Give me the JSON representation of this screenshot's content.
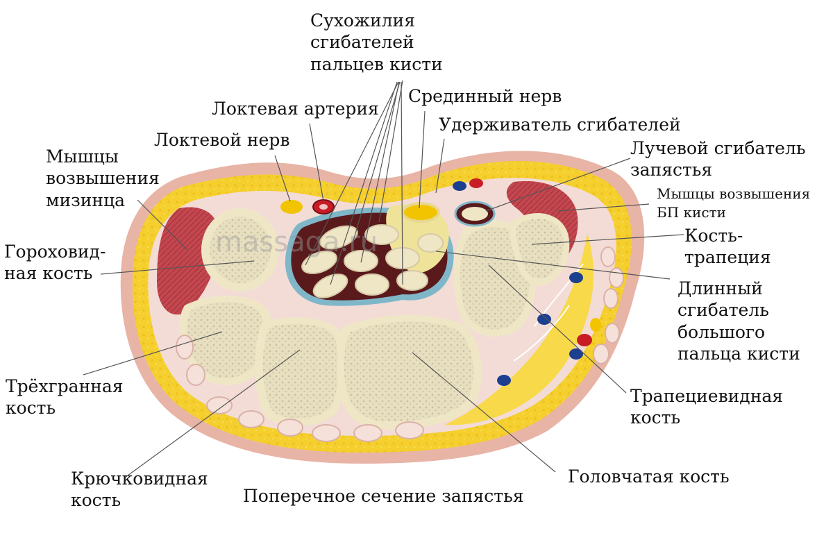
{
  "labels": {
    "flexor_tendons": [
      "Сухожилия",
      "сгибателей",
      "пальцев кисти"
    ],
    "median_nerve": "Срединный нерв",
    "ulnar_artery": "Локтевая артерия",
    "flexor_retinaculum": "Удерживатель сгибателей",
    "ulnar_nerve": "Локтевой нерв",
    "flexor_carpi_radialis": [
      "Лучевой сгибатель",
      "запястья"
    ],
    "hypothenar_muscles": [
      "Мышцы",
      "возвышения",
      "мизинца"
    ],
    "thenar_muscles": [
      "Мышцы возвышения",
      "БП кисти"
    ],
    "pisiform": [
      "Гороховид-",
      "ная кость"
    ],
    "trapezium": [
      "Кость-",
      "трапеция"
    ],
    "flexor_pollicis_longus": [
      "Длинный",
      "сгибатель",
      "большого",
      "пальца кисти"
    ],
    "triquetrum": [
      "Трёхгранная",
      "кость"
    ],
    "trapezoid": [
      "Трапециевидная",
      "кость"
    ],
    "hamate": [
      "Крючковидная",
      "кость"
    ],
    "capitate": "Головчатая кость",
    "caption": "Поперечное сечение запястья"
  },
  "watermark": "massaga.ru",
  "colors": {
    "skin": "#e8b4a6",
    "fat": "#f4cf2e",
    "fascia": "#f3dcd6",
    "bone_outer": "#efe6c6",
    "bone_inner": "#d6cfb4",
    "muscle": "#c0464f",
    "tunnel_dark": "#5a1a1c",
    "tunnel_blue": "#7fb7c9",
    "artery": "#c81d25",
    "vein": "#1d3f8f",
    "nerve": "#f2c400",
    "leader": "#555555"
  }
}
